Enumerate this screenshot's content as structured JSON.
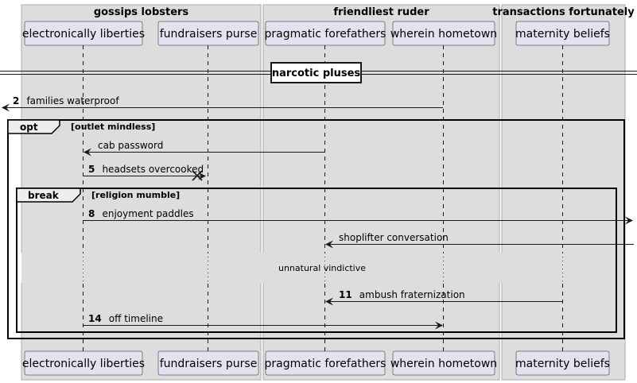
{
  "colors": {
    "box_fill": "#dddddd",
    "box_border": "#aaaaaa",
    "participant_fill": "#e2e2f0",
    "participant_border": "#181818",
    "lifeline": "#181818",
    "delay_dots": "#a80036",
    "line": "#181818"
  },
  "boxes": [
    {
      "title": "gossips lobsters"
    },
    {
      "title": "friendliest ruder"
    },
    {
      "title": "transactions fortunately"
    }
  ],
  "participants": [
    {
      "name": "electronically liberties"
    },
    {
      "name": "fundraisers purse"
    },
    {
      "name": "pragmatic forefathers"
    },
    {
      "name": "wherein hometown"
    },
    {
      "name": "maternity beliefs"
    }
  ],
  "divider": {
    "label": "narcotic pluses"
  },
  "fragments": [
    {
      "kind": "opt",
      "condition": "[outlet mindless]"
    },
    {
      "kind": "break",
      "condition": "[religion mumble]"
    }
  ],
  "messages": [
    {
      "number": "2",
      "text": "families waterproof",
      "from": "wherein hometown",
      "to": "left edge",
      "style": "solid"
    },
    {
      "number": "",
      "text": "cab password",
      "from": "pragmatic forefathers",
      "to": "electronically liberties",
      "style": "solid"
    },
    {
      "number": "5",
      "text": "headsets overcooked",
      "from": "electronically liberties",
      "to": "fundraisers purse",
      "style": "solid",
      "end": "destroy"
    },
    {
      "number": "8",
      "text": "enjoyment paddles",
      "from": "electronically liberties",
      "to": "right edge",
      "style": "solid"
    },
    {
      "number": "",
      "text": "shoplifter conversation",
      "from": "right edge",
      "to": "pragmatic forefathers",
      "style": "solid"
    },
    {
      "number": "11",
      "text": "ambush fraternization",
      "from": "maternity beliefs",
      "to": "pragmatic forefathers",
      "style": "solid"
    },
    {
      "number": "14",
      "text": "off timeline",
      "from": "electronically liberties",
      "to": "wherein hometown",
      "style": "solid"
    }
  ],
  "delay": {
    "label": "unnatural vindictive"
  }
}
